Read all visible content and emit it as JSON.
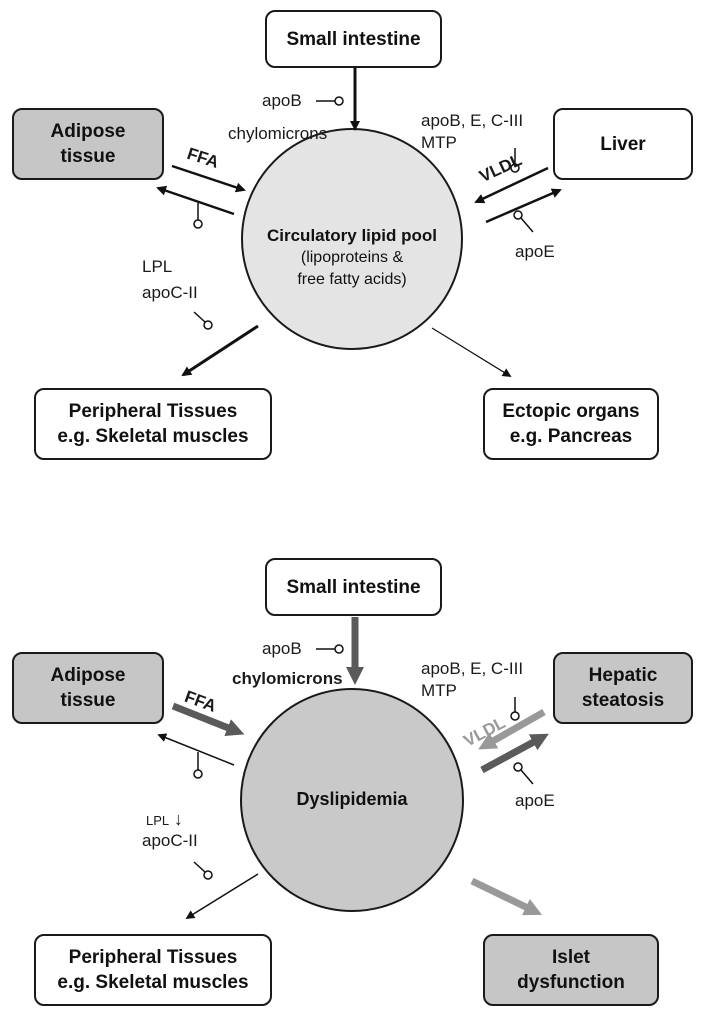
{
  "top": {
    "small_intestine": "Small intestine",
    "adipose": "Adipose\ntissue",
    "liver": "Liver",
    "peripheral": "Peripheral Tissues\ne.g. Skeletal muscles",
    "ectopic": "Ectopic organs\ne.g. Pancreas",
    "pool_title": "Circulatory lipid pool",
    "pool_sub": "(lipoproteins &\nfree fatty acids)",
    "apoB": "apoB",
    "chylomicrons": "chylomicrons",
    "liver_apos": "apoB, E, C-III\nMTP",
    "vldl": "VLDL",
    "ffa": "FFA",
    "lpl": "LPL",
    "apoCII": "apoC-II",
    "apoE": "apoE"
  },
  "bottom": {
    "small_intestine": "Small intestine",
    "adipose": "Adipose\ntissue",
    "hepatic": "Hepatic\nsteatosis",
    "peripheral": "Peripheral Tissues\ne.g. Skeletal muscles",
    "islet": "Islet\ndysfunction",
    "pool_title": "Dyslipidemia",
    "apoB": "apoB",
    "chylomicrons": "chylomicrons",
    "liver_apos": "apoB, E, C-III\nMTP",
    "vldl": "VLDL",
    "ffa": "FFA",
    "lpl": "LPL",
    "lpl_arrow": "↓",
    "apoCII": "apoC-II",
    "apoE": "apoE"
  },
  "colors": {
    "outline": "#1a1a1a",
    "circle_top": "#e4e4e4",
    "circle_bottom": "#c9c9c9",
    "gray_box": "#c6c6c6",
    "arrow_dark": "#5a5a5a",
    "arrow_light": "#999999"
  }
}
